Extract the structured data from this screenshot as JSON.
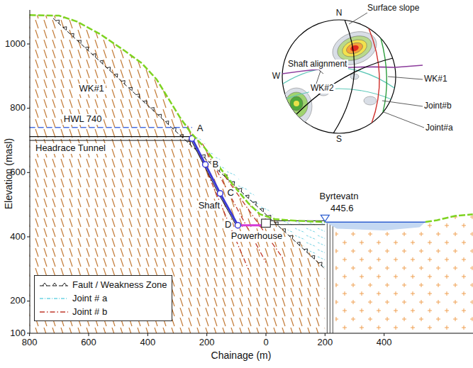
{
  "diagram": {
    "labels": [
      "1000",
      "800",
      "600",
      "400",
      "200",
      "100",
      "Elevation (masl)",
      "800",
      "600",
      "400",
      "200",
      "0",
      "200",
      "400",
      "Chainage (m)",
      "WK#1",
      "HWL 740",
      "Headrace Tunnel",
      "A",
      "B",
      "C",
      "D",
      "Shaft",
      "Powerhouse",
      "Byrtevatn",
      "445.6",
      "N",
      "W",
      "S",
      "Surface slope",
      "Shaft alignment",
      "WK#2",
      "WK#1",
      "Joint#b",
      "Joint#a"
    ],
    "legend": [
      {
        "text": "Fault / Weakness Zone"
      },
      {
        "text": "Joint # a"
      },
      {
        "text": "Joint # b"
      }
    ]
  }
}
